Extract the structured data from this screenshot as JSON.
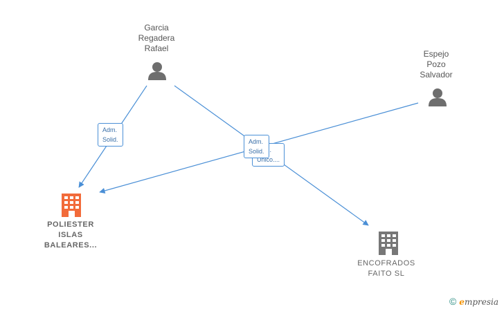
{
  "persons": [
    {
      "id": "garcia",
      "lines": [
        "Garcia",
        "Regadera",
        "Rafael"
      ]
    },
    {
      "id": "espejo",
      "lines": [
        "Espejo",
        "Pozo",
        "Salvador"
      ]
    }
  ],
  "companies": [
    {
      "id": "poliester",
      "lines": [
        "POLIESTER",
        "ISLAS",
        "BALEARES..."
      ],
      "color": "#f26b3a"
    },
    {
      "id": "encofrados",
      "lines": [
        "ENCOFRADOS",
        "FAITO  SL"
      ],
      "color": "#777777"
    }
  ],
  "edge_labels": {
    "adm_solid_left": [
      "Adm.",
      "Solid."
    ],
    "adm_unico": [
      "Adm.",
      "Unico...."
    ],
    "adm_solid_center": [
      "Adm.",
      "Solid."
    ]
  },
  "colors": {
    "edge": "#4a8fd6",
    "person_icon": "#6e6e6e"
  },
  "watermark": {
    "copyright": "©",
    "brand_initial": "e",
    "brand_rest": "mpresia"
  }
}
